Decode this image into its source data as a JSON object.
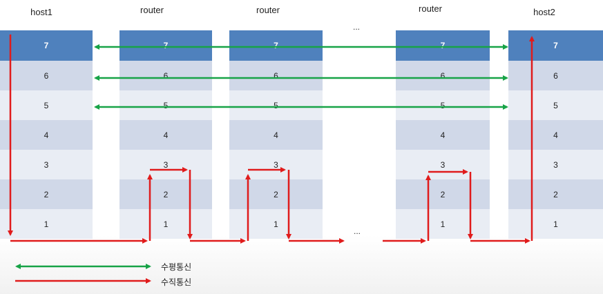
{
  "columns": [
    {
      "title": "host1",
      "layers": [
        "7",
        "6",
        "5",
        "4",
        "3",
        "2",
        "1"
      ]
    },
    {
      "title": "router",
      "layers": [
        "7",
        "6",
        "5",
        "4",
        "3",
        "2",
        "1"
      ]
    },
    {
      "title": "router",
      "layers": [
        "7",
        "6",
        "5",
        "4",
        "3",
        "2",
        "1"
      ]
    },
    {
      "title": "router",
      "layers": [
        "7",
        "6",
        "5",
        "4",
        "3",
        "2",
        "1"
      ]
    },
    {
      "title": "host2",
      "layers": [
        "7",
        "6",
        "5",
        "4",
        "3",
        "2",
        "1"
      ]
    }
  ],
  "ellipsis_top": "...",
  "ellipsis_bottom": "...",
  "legend": {
    "horizontal": "수평통신",
    "vertical": "수직통신"
  },
  "colors": {
    "horizontal_arrow": "#17a347",
    "vertical_arrow": "#e01b1b",
    "top_layer": "#4f81bd"
  }
}
